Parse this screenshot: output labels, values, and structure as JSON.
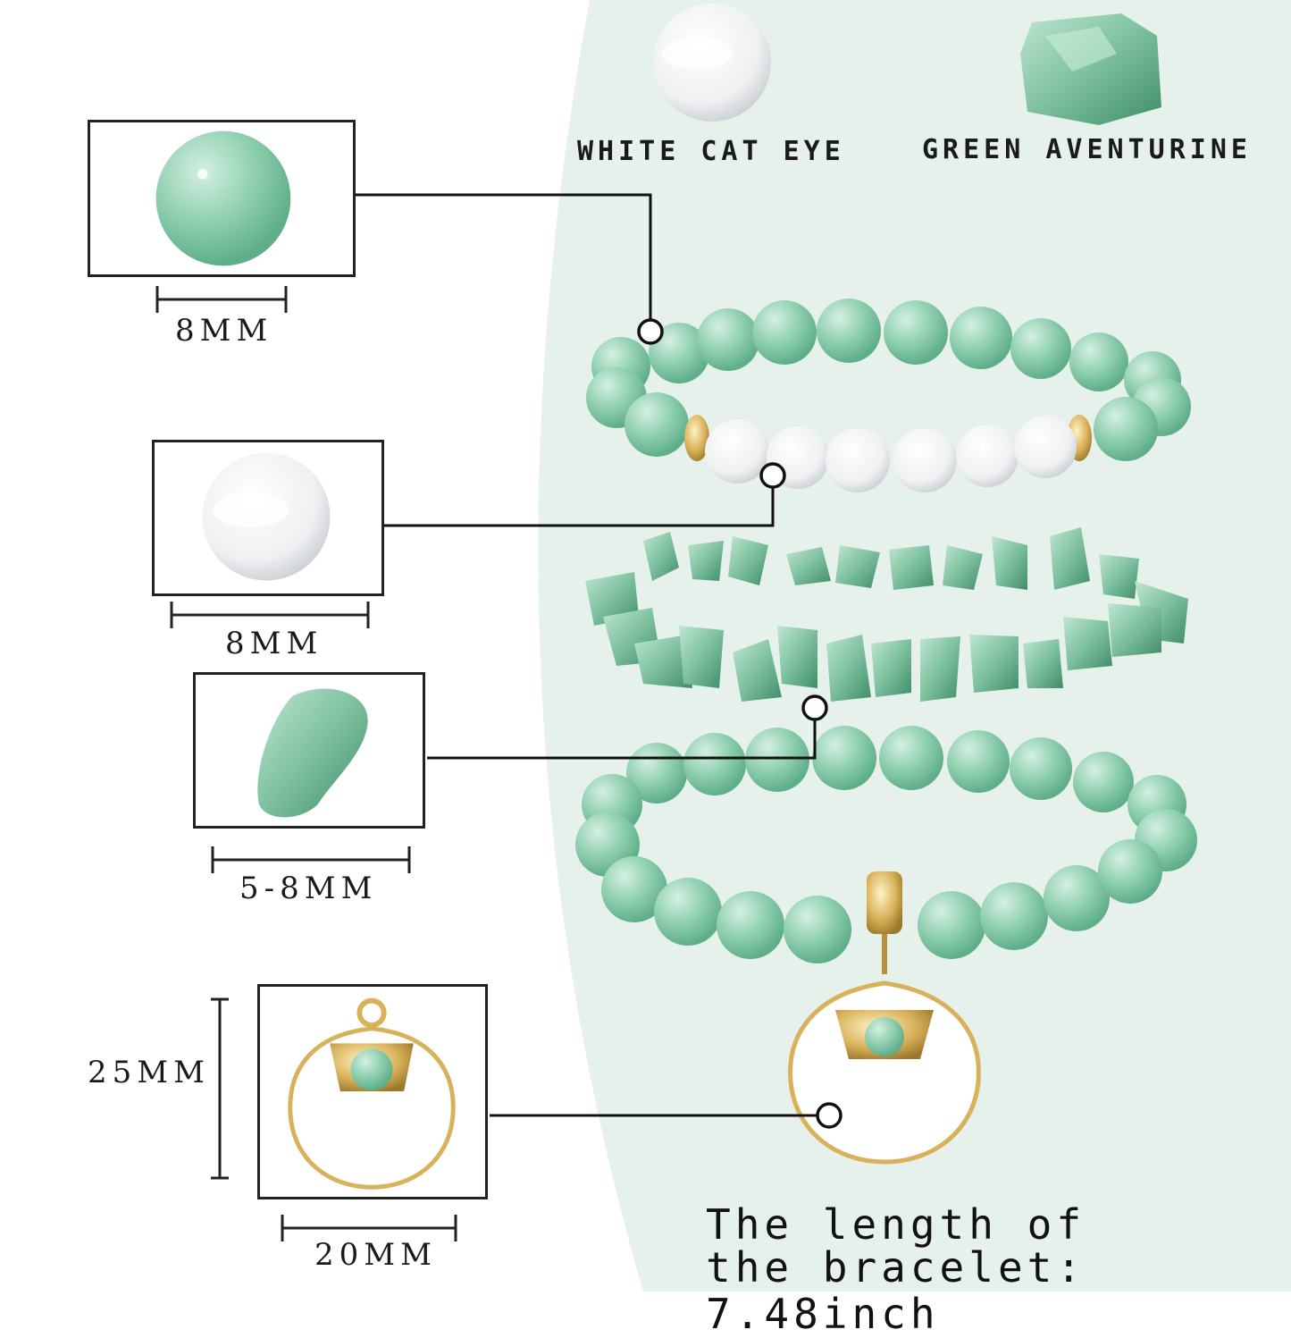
{
  "legend": {
    "white_cat_eye": "WHITE CAT EYE",
    "green_aventurine": "GREEN AVENTURINE"
  },
  "sizes": {
    "aventurine_bead": "8MM",
    "cat_eye_bead": "8MM",
    "chip": "5-8MM",
    "pendant_height": "25MM",
    "pendant_width": "20MM"
  },
  "caption": {
    "line1": "The length of",
    "line2": "the bracelet: 7.48inch"
  },
  "colors": {
    "aventurine": "#8fcfb0",
    "aventurine_dark": "#5fae8a",
    "cat_eye": "#f4f4f6",
    "gold": "#d9b15a",
    "panel": "#e6f1ec"
  }
}
